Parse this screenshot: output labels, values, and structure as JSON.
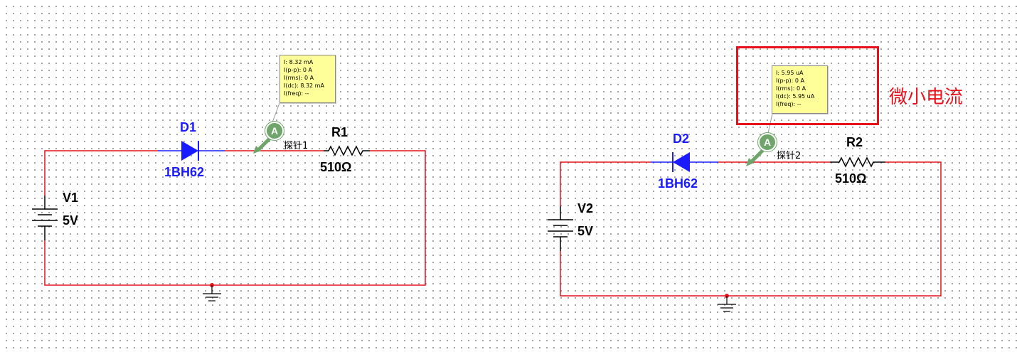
{
  "circuit1": {
    "source": {
      "ref": "V1",
      "value": "5V"
    },
    "diode": {
      "ref": "D1",
      "model": "1BH62"
    },
    "resistor": {
      "ref": "R1",
      "value": "510Ω"
    },
    "probe": {
      "letter": "A",
      "name": "探针1",
      "readings": [
        {
          "label": "I:",
          "value": "8.32 mA"
        },
        {
          "label": "I(p-p):",
          "value": "0 A"
        },
        {
          "label": "I(rms):",
          "value": "0 A"
        },
        {
          "label": "I(dc):",
          "value": "8.32 mA"
        },
        {
          "label": "I(freq):",
          "value": "--"
        }
      ]
    }
  },
  "circuit2": {
    "source": {
      "ref": "V2",
      "value": "5V"
    },
    "diode": {
      "ref": "D2",
      "model": "1BH62"
    },
    "resistor": {
      "ref": "R2",
      "value": "510Ω"
    },
    "probe": {
      "letter": "A",
      "name": "探针2",
      "readings": [
        {
          "label": "I:",
          "value": "5.95 uA"
        },
        {
          "label": "I(p-p):",
          "value": "0 A"
        },
        {
          "label": "I(rms):",
          "value": "0 A"
        },
        {
          "label": "I(dc):",
          "value": "5.95 uA"
        },
        {
          "label": "I(freq):",
          "value": "--"
        }
      ]
    }
  },
  "annotation": {
    "text": "微小电流"
  },
  "colors": {
    "wire": "#e8101a",
    "diode": "#1a1aff",
    "probe": "#6fa46a",
    "highlight": "#e8101a",
    "probe_box": "#ffff99"
  }
}
